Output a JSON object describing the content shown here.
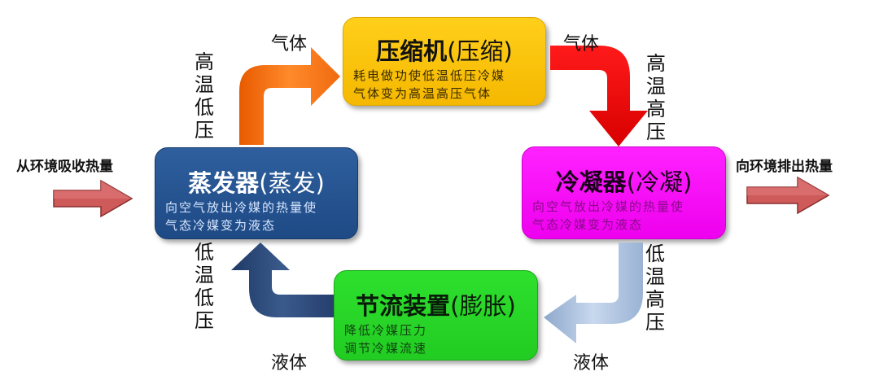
{
  "nodes": {
    "compressor": {
      "title": "压缩机",
      "title_paren": "(压缩)",
      "desc_line1": "耗电做功使低温低压冷媒",
      "desc_line2": "气体变为高温高压气体",
      "color": "#f7be00"
    },
    "evaporator": {
      "title": "蒸发器",
      "title_paren": "(蒸发)",
      "desc_line1": "向空气放出冷媒的热量使",
      "desc_line2": "气态冷媒变为液态",
      "color": "#24508c"
    },
    "condenser": {
      "title": "冷凝器",
      "title_paren": "(冷凝)",
      "desc_line1": "向空气放出冷媒的热量使",
      "desc_line2": "气态冷媒变为液态",
      "color": "#f000f0"
    },
    "throttle": {
      "title": "节流装置",
      "title_paren": "(膨胀)",
      "desc_line1": "降低冷媒压力",
      "desc_line2": "调节冷媒流速",
      "color": "#26d426"
    }
  },
  "edges": {
    "evaporator_to_compressor": {
      "state_label": "高温低压",
      "phase_label": "气体",
      "color": "#f07010"
    },
    "compressor_to_condenser": {
      "state_label": "高温高压",
      "phase_label": "气体",
      "color": "#ee1010"
    },
    "condenser_to_throttle": {
      "state_label": "低温高压",
      "phase_label": "液体",
      "color": "#a9c0dc"
    },
    "throttle_to_evaporator": {
      "state_label": "低温低压",
      "phase_label": "液体",
      "color": "#2c4a78"
    }
  },
  "heat_flow": {
    "in_label": "从环境吸收热量",
    "out_label": "向环境排出热量",
    "arrow_color": "#c85050"
  }
}
